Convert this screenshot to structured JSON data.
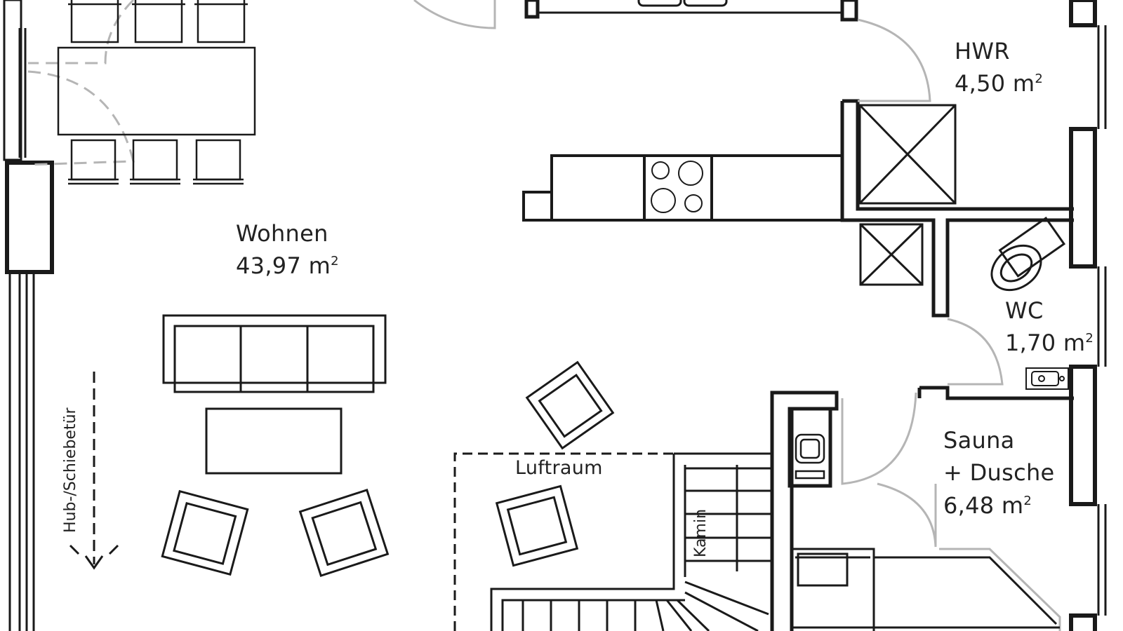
{
  "rooms": {
    "hwr": {
      "name": "HWR",
      "area": "4,50 m",
      "sup": "2"
    },
    "wohnen": {
      "name": "Wohnen",
      "area": "43,97 m",
      "sup": "2"
    },
    "wc": {
      "name": "WC",
      "area": "1,70 m",
      "sup": "2"
    },
    "sauna": {
      "name_line1": "Sauna",
      "name_line2": "+ Dusche",
      "area": "6,48 m",
      "sup": "2"
    }
  },
  "labels": {
    "luftraum": "Luftraum",
    "kamin": "Kamin",
    "door_note": "Hub-/Schiebetür"
  },
  "colors": {
    "wall": "#1a1a1a",
    "door_swing": "#b5b5b5",
    "furniture": "#1a1a1a"
  }
}
